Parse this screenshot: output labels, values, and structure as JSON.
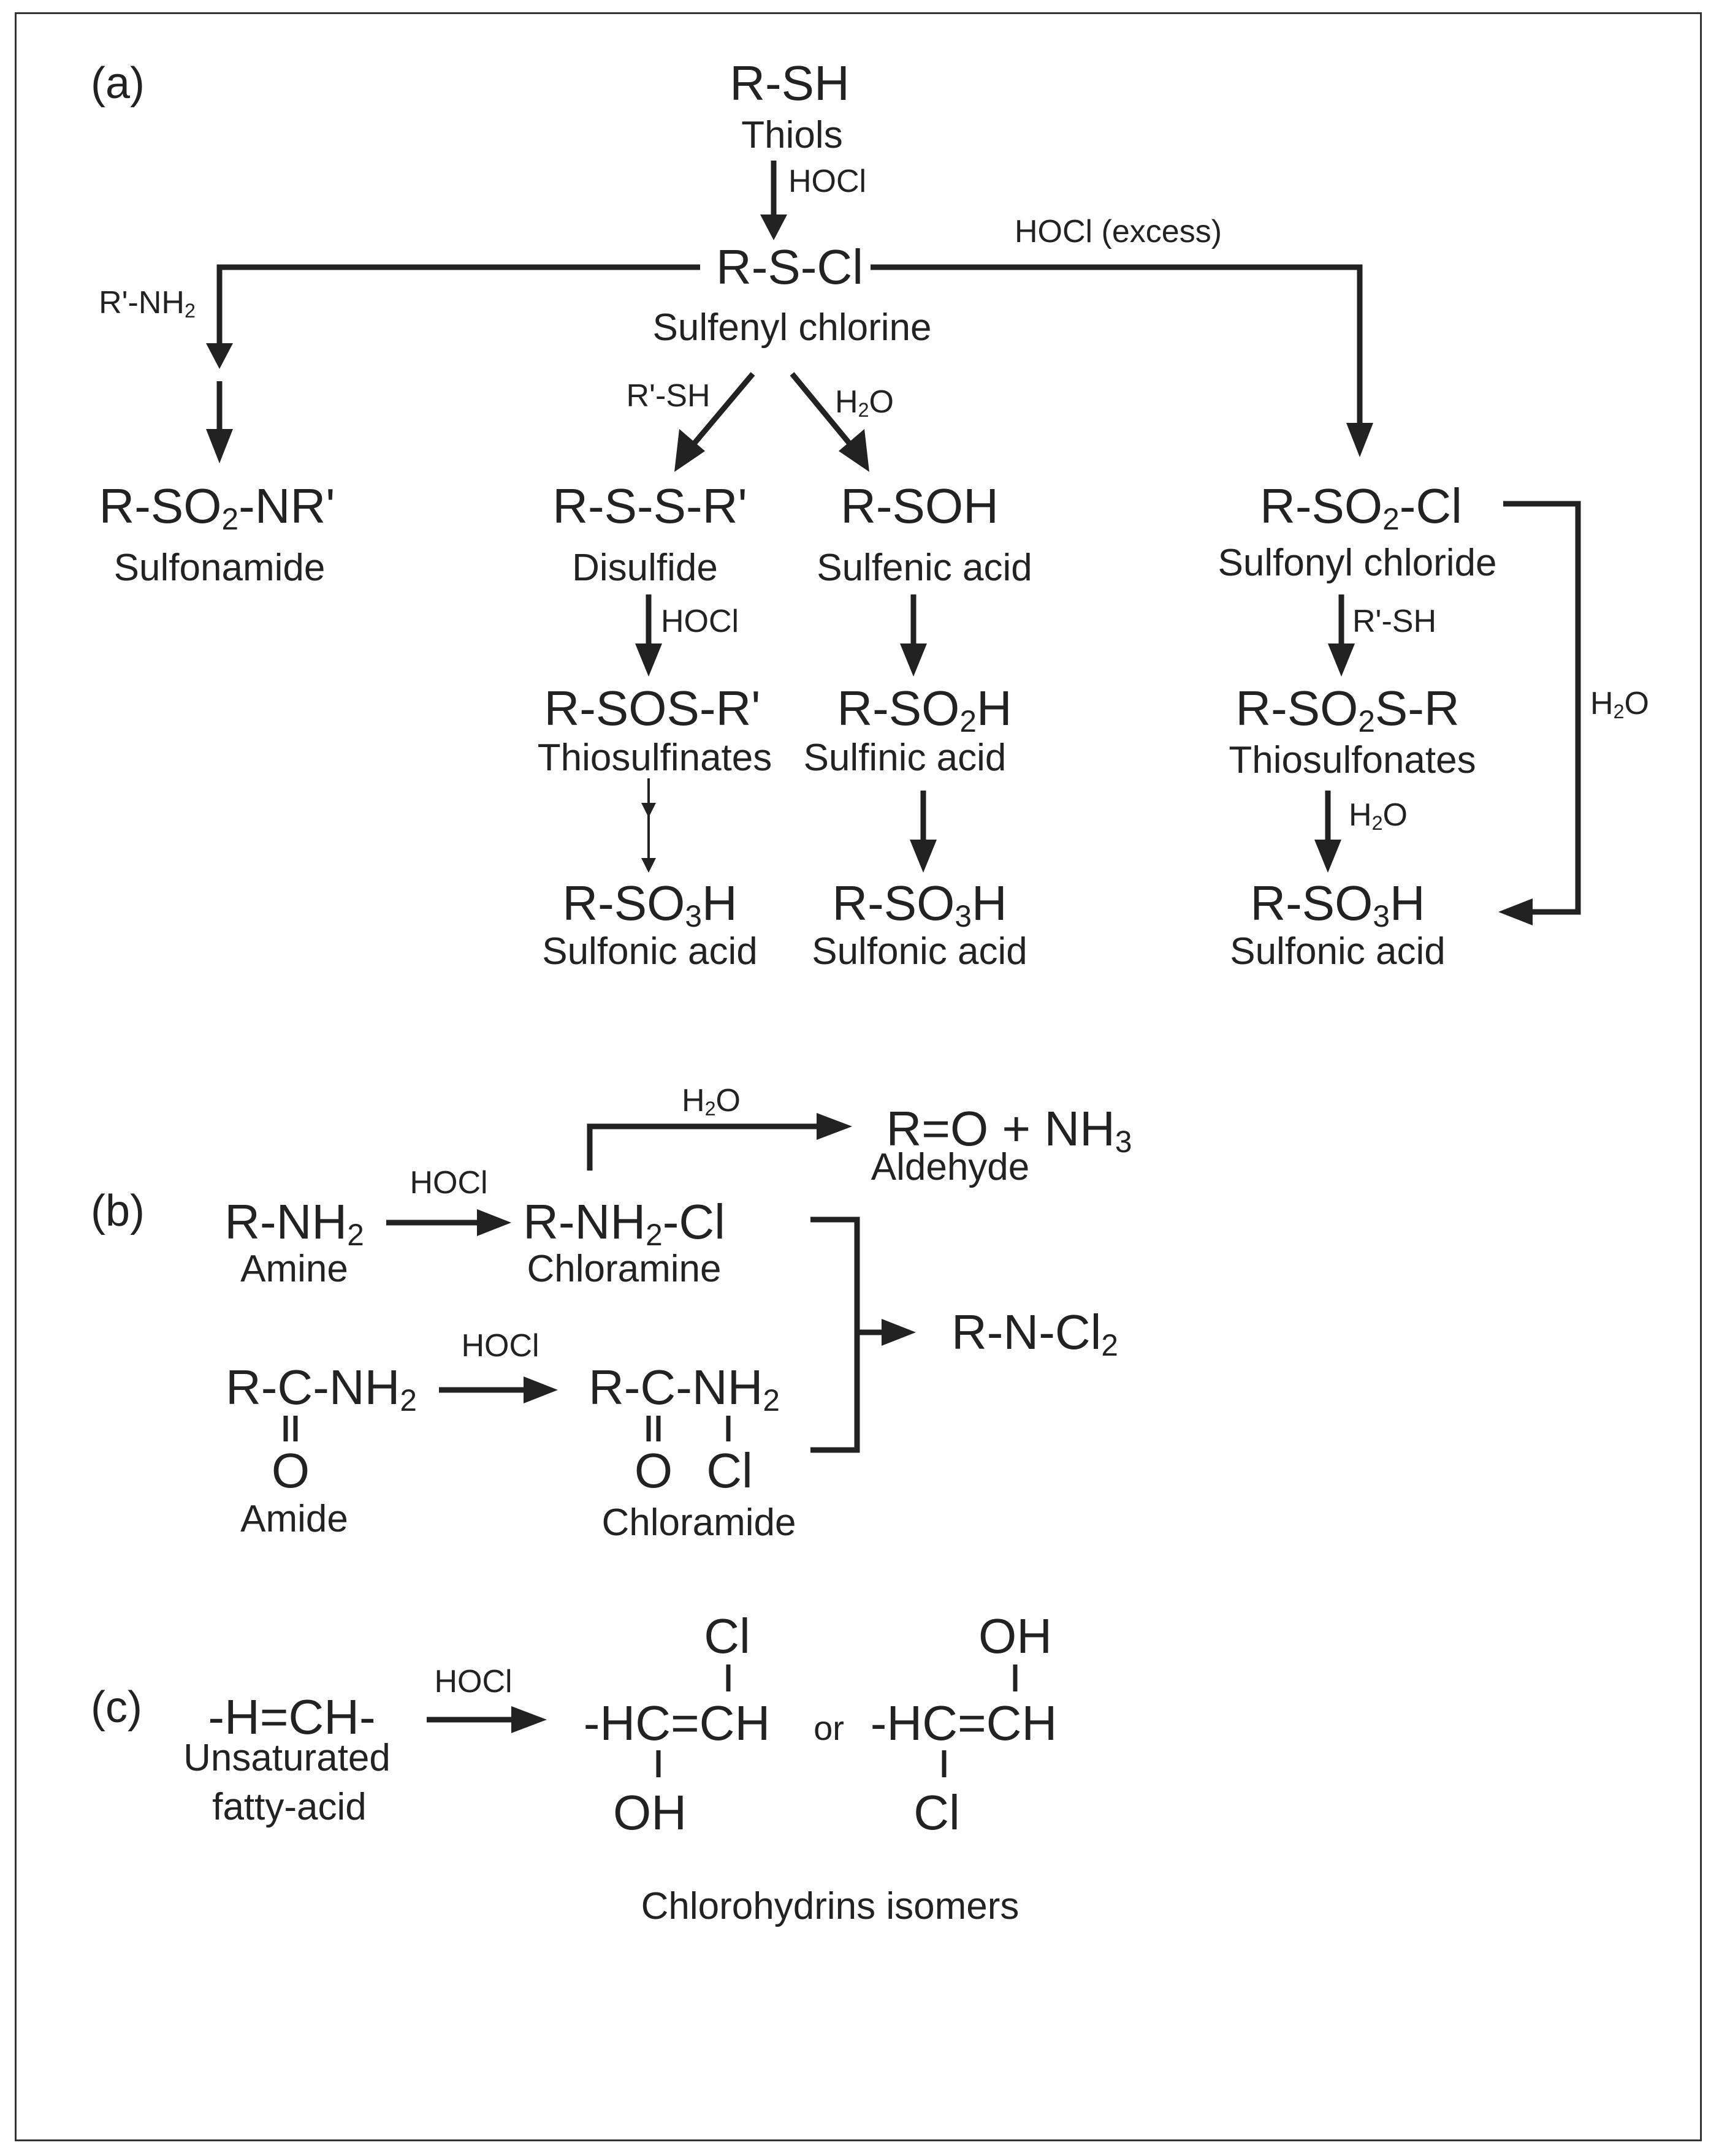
{
  "colors": {
    "ink": "#222222",
    "frame": "#333333",
    "background": "#ffffff"
  },
  "panels": {
    "a": "(a)",
    "b": "(b)",
    "c": "(c)"
  },
  "a": {
    "thiol": {
      "formula": [
        "R-SH"
      ],
      "name": "Thiols"
    },
    "sulfenyl": {
      "formula": [
        "R-S-Cl"
      ],
      "name": "Sulfenyl chlorine"
    },
    "sulfonamide": {
      "formula": [
        "R-SO",
        "2",
        "-NR'"
      ],
      "name": "Sulfonamide"
    },
    "disulfide": {
      "formula": [
        "R-S-S-R'"
      ],
      "name": "Disulfide"
    },
    "sulfenic": {
      "formula": [
        "R-SOH"
      ],
      "name": "Sulfenic acid"
    },
    "sulfonyl": {
      "formula": [
        "R-SO",
        "2",
        "-Cl"
      ],
      "name": "Sulfonyl chloride"
    },
    "thiosulfinates": {
      "formula": [
        "R-SOS-R'"
      ],
      "name": "Thiosulfinates"
    },
    "sulfinic": {
      "formula": [
        "R-SO",
        "2",
        "H"
      ],
      "name": "Sulfinic acid"
    },
    "thiosulfonates": {
      "formula": [
        "R-SO",
        "2",
        "S-R"
      ],
      "name": "Thiosulfonates"
    },
    "sulfonic_1": {
      "formula": [
        "R-SO",
        "3",
        "H"
      ],
      "name": "Sulfonic acid"
    },
    "sulfonic_2": {
      "formula": [
        "R-SO",
        "3",
        "H"
      ],
      "name": "Sulfonic acid"
    },
    "sulfonic_3": {
      "formula": [
        "R-SO",
        "3",
        "H"
      ],
      "name": "Sulfonic acid"
    },
    "reagents": {
      "hocl_1": [
        "HOCl"
      ],
      "hocl_excess": [
        "HOCl (excess)"
      ],
      "amine": [
        "R'-NH",
        "2",
        ""
      ],
      "rsh_1": [
        "R'-SH"
      ],
      "water_1": [
        "H",
        "2",
        "O"
      ],
      "hocl_2": [
        "HOCl"
      ],
      "rsh_2": [
        "R'-SH"
      ],
      "water_2": [
        "H",
        "2",
        "O"
      ],
      "water_3": [
        "H",
        "2",
        "O"
      ]
    }
  },
  "b": {
    "amine": {
      "formula": [
        "R-NH",
        "2",
        ""
      ],
      "name": "Amine"
    },
    "chloramine": {
      "formula": [
        "R-NH",
        "2",
        "-Cl"
      ],
      "name": "Chloramine"
    },
    "aldehyde": {
      "formula": [
        "R=O + NH",
        "3",
        ""
      ],
      "name": "Aldehyde"
    },
    "dichloro": {
      "formula": [
        "R-N-Cl",
        "2",
        ""
      ]
    },
    "amide": {
      "formula": [
        "R-C-NH",
        "2",
        ""
      ],
      "oxygen": "O",
      "name": "Amide"
    },
    "chloramide": {
      "formula": [
        "R-C-NH",
        "2",
        ""
      ],
      "oxygen": "O",
      "chlorine": "Cl",
      "name": "Chloramide"
    },
    "reagents": {
      "water": [
        "H",
        "2",
        "O"
      ],
      "hocl_1": [
        "HOCl"
      ],
      "hocl_2": [
        "HOCl"
      ]
    }
  },
  "c": {
    "fatty": {
      "formula": "-H=CH-",
      "name_line1": "Unsaturated",
      "name_line2": "fatty-acid"
    },
    "hocl": "HOCl",
    "isomer1": {
      "top": "Cl",
      "chain": "-HC=CH",
      "bottom": "OH"
    },
    "or": "or",
    "isomer2": {
      "top": "OH",
      "chain": "-HC=CH",
      "bottom": "Cl"
    },
    "caption": "Chlorohydrins isomers"
  }
}
